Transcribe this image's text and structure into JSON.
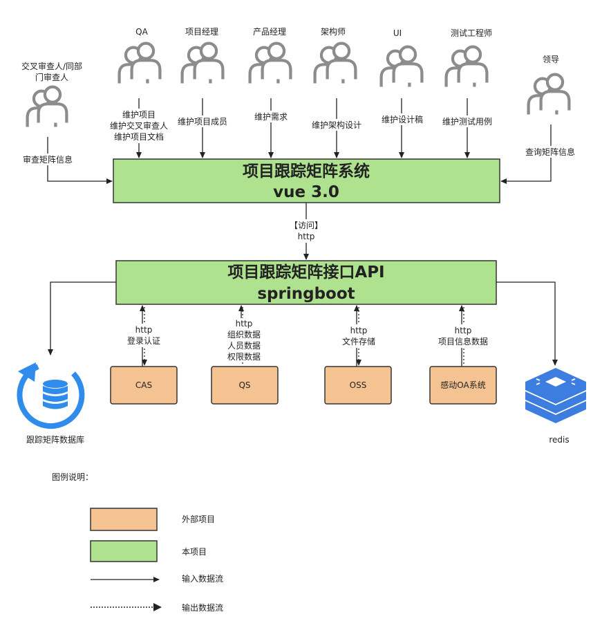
{
  "actors": [
    {
      "id": "cross-reviewer",
      "name_lines": [
        "交叉审查人/同部",
        "门审查人"
      ],
      "action_lines": [
        "审查矩阵信息"
      ]
    },
    {
      "id": "qa",
      "name_lines": [
        "QA"
      ],
      "action_lines": [
        "维护项目",
        "维护交叉审查人",
        "维护项目文档"
      ]
    },
    {
      "id": "project-manager",
      "name_lines": [
        "项目经理"
      ],
      "action_lines": [
        "维护项目成员"
      ]
    },
    {
      "id": "product-manager",
      "name_lines": [
        "产品经理"
      ],
      "action_lines": [
        "维护需求"
      ]
    },
    {
      "id": "architect",
      "name_lines": [
        "架构师"
      ],
      "action_lines": [
        "维护架构设计"
      ]
    },
    {
      "id": "ui",
      "name_lines": [
        "UI"
      ],
      "action_lines": [
        "维护设计稿"
      ]
    },
    {
      "id": "test-engineer",
      "name_lines": [
        "测试工程师"
      ],
      "action_lines": [
        "维护测试用例"
      ]
    },
    {
      "id": "leader",
      "name_lines": [
        "领导"
      ],
      "action_lines": [
        "查询矩阵信息"
      ]
    }
  ],
  "frontend": {
    "title": "项目跟踪矩阵系统",
    "subtitle": "vue 3.0"
  },
  "frontend_to_api": [
    "【访问】",
    "http"
  ],
  "api": {
    "title": "项目跟踪矩阵接口API",
    "subtitle": "springboot"
  },
  "external_systems": [
    {
      "id": "cas",
      "name": "CAS",
      "link_lines": [
        "http",
        "登录认证"
      ]
    },
    {
      "id": "qs",
      "name": "QS",
      "link_lines": [
        "http",
        "组织数据",
        "人员数据",
        "权限数据"
      ]
    },
    {
      "id": "oss",
      "name": "OSS",
      "link_lines": [
        "http",
        "文件存储"
      ]
    },
    {
      "id": "oa",
      "name": "感动OA系统",
      "link_lines": [
        "http",
        "项目信息数据"
      ]
    }
  ],
  "database": {
    "label": "跟踪矩阵数据库"
  },
  "redis": {
    "label": "redis"
  },
  "legend": {
    "title": "图例说明：",
    "items": [
      {
        "kind": "external",
        "label": "外部项目"
      },
      {
        "kind": "internal",
        "label": "本项目"
      },
      {
        "kind": "input-flow",
        "label": "输入数据流"
      },
      {
        "kind": "output-flow",
        "label": "输出数据流"
      }
    ]
  },
  "colors": {
    "internal_fill": "#aee28e",
    "external_fill": "#f5c391",
    "stroke": "#333333",
    "actor_icon": "#8c8c8c",
    "database_blue": "#2f8ceb",
    "redis_blue": "#3d7de0"
  }
}
